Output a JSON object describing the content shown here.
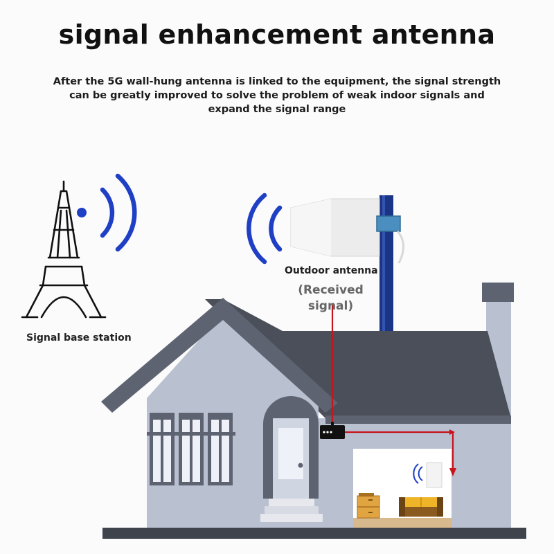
{
  "header": {
    "title": "signal enhancement antenna",
    "subtitle": "After the 5G wall-hung antenna is linked to the equipment, the signal strength can be greatly improved to solve the problem of weak indoor signals and expand the signal range"
  },
  "labels": {
    "base_station": "Signal base station",
    "outdoor_antenna": "Outdoor antenna",
    "received_line1": "(Received",
    "received_line2": "signal)"
  },
  "colors": {
    "signal_wave": "#1f3fc4",
    "house_wall": "#b9c0d0",
    "roof": "#5d6370",
    "connection_line": "#c8141c",
    "pole": "#1a3585"
  },
  "icons": [
    "eiffel-tower-icon",
    "signal-wave-icon",
    "outdoor-antenna-icon",
    "repeater-device-icon",
    "indoor-antenna-icon",
    "nightstand-icon",
    "sofa-icon"
  ]
}
